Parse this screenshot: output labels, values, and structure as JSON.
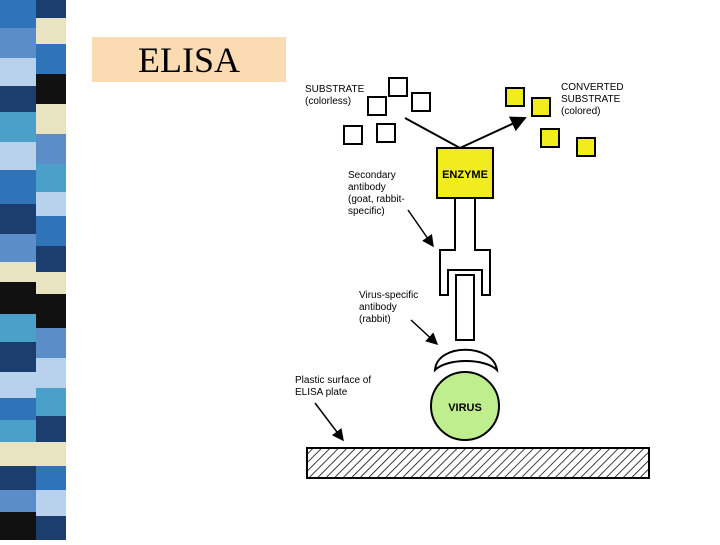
{
  "slide": {
    "title": "ELISA"
  },
  "diagram": {
    "substrate_label": [
      "SUBSTRATE",
      "(colorless)"
    ],
    "converted_label": [
      "CONVERTED",
      "SUBSTRATE",
      "(colored)"
    ],
    "enzyme_label": "ENZYME",
    "secondary_label": [
      "Secondary",
      "antibody",
      "(goat, rabbit-",
      "specific)"
    ],
    "virus_specific_label": [
      "Virus-specific",
      "antibody",
      "(rabbit)"
    ],
    "plastic_label": [
      "Plastic surface of",
      "ELISA plate"
    ],
    "virus_label": "VIRUS"
  },
  "colors": {
    "title_bg": "#fbdcb2",
    "enzyme_fill": "#f0ec1e",
    "virus_fill": "#bfee8f",
    "stripe_palette": [
      "#2f74b8",
      "#1b3e6e",
      "#5b8ec9",
      "#b8d2ee",
      "#e8e3c1",
      "#111111",
      "#4aa0c8"
    ]
  }
}
